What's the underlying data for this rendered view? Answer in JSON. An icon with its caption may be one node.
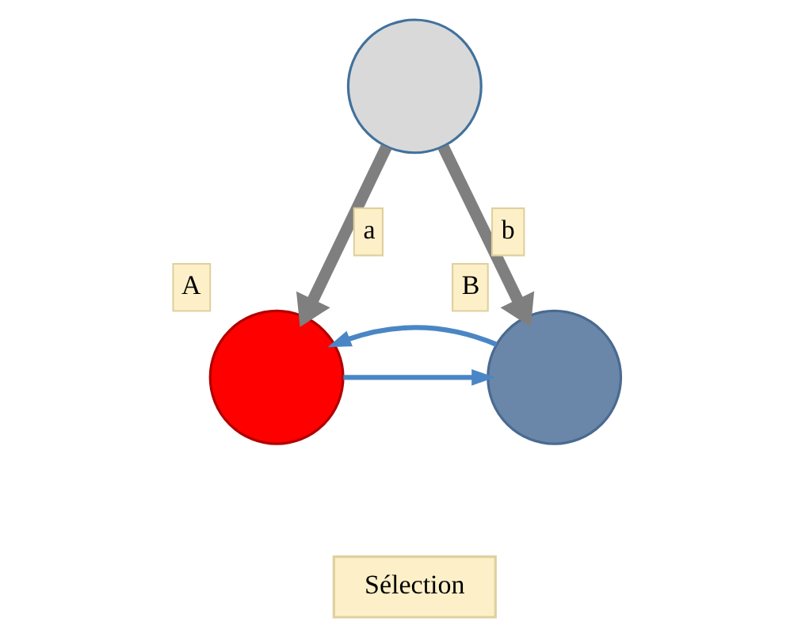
{
  "diagram": {
    "nodes": [
      {
        "text": [],
        "shape": "circle"
      },
      {
        "text": [],
        "shape": "circle",
        "beside": [
          "A"
        ]
      },
      {
        "text": [],
        "shape": "circle",
        "beside": [
          "B"
        ]
      },
      {
        "text": [
          "Sélection"
        ]
      }
    ],
    "edges": [
      {
        "from": 0,
        "to": 1,
        "arrow": "to",
        "label": "a",
        "style": "thick",
        "color": "#7f7f7f"
      },
      {
        "from": 0,
        "to": 2,
        "arrow": "to",
        "label": "b",
        "style": "thick",
        "color": "#7f7f7f"
      },
      {
        "from": 1,
        "to": 2,
        "arrow": "to",
        "color": "#4a86c5"
      },
      {
        "from": 2,
        "to": 1,
        "arrow": "to",
        "color": "#4a86c5"
      }
    ]
  }
}
